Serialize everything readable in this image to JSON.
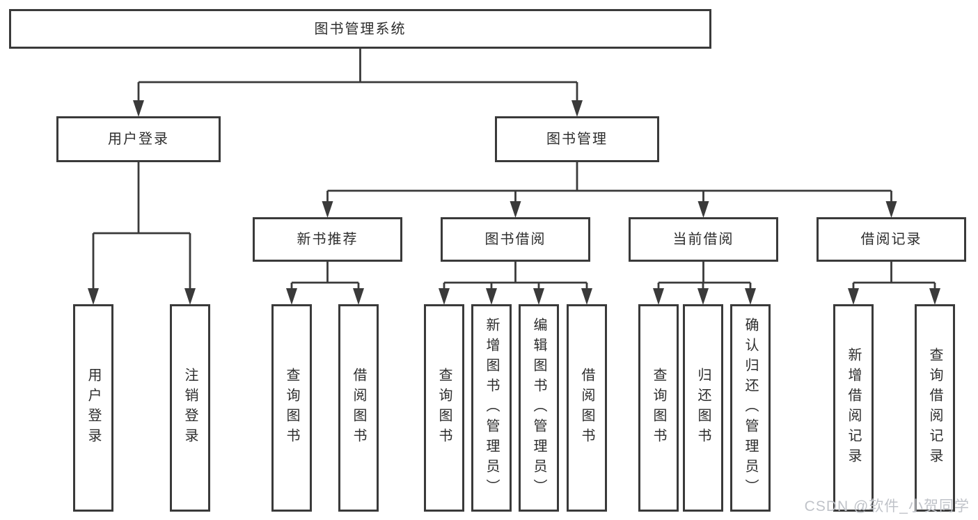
{
  "diagram": {
    "type": "hierarchy-tree",
    "nodes": [
      {
        "id": "root",
        "label": "图书管理系统",
        "orientation": "horizontal"
      },
      {
        "id": "user-login",
        "label": "用户登录",
        "orientation": "horizontal"
      },
      {
        "id": "book-mgmt",
        "label": "图书管理",
        "orientation": "horizontal"
      },
      {
        "id": "new-books",
        "label": "新书推荐",
        "orientation": "horizontal"
      },
      {
        "id": "book-borrow",
        "label": "图书借阅",
        "orientation": "horizontal"
      },
      {
        "id": "current-borrow",
        "label": "当前借阅",
        "orientation": "horizontal"
      },
      {
        "id": "borrow-records",
        "label": "借阅记录",
        "orientation": "horizontal"
      },
      {
        "id": "login",
        "label": "用户登录",
        "orientation": "vertical"
      },
      {
        "id": "logout",
        "label": "注销登录",
        "orientation": "vertical"
      },
      {
        "id": "nb-query",
        "label": "查询图书",
        "orientation": "vertical"
      },
      {
        "id": "nb-borrow",
        "label": "借阅图书",
        "orientation": "vertical"
      },
      {
        "id": "bb-query",
        "label": "查询图书",
        "orientation": "vertical"
      },
      {
        "id": "bb-add",
        "label": "新增图书（管理员）",
        "orientation": "vertical"
      },
      {
        "id": "bb-edit",
        "label": "编辑图书（管理员）",
        "orientation": "vertical"
      },
      {
        "id": "bb-borrow",
        "label": "借阅图书",
        "orientation": "vertical"
      },
      {
        "id": "cb-query",
        "label": "查询图书",
        "orientation": "vertical"
      },
      {
        "id": "cb-return",
        "label": "归还图书",
        "orientation": "vertical"
      },
      {
        "id": "cb-confirm",
        "label": "确认归还（管理员）",
        "orientation": "vertical"
      },
      {
        "id": "br-add",
        "label": "新增借阅记录",
        "orientation": "vertical"
      },
      {
        "id": "br-query",
        "label": "查询借阅记录",
        "orientation": "vertical"
      }
    ],
    "hierarchy": [
      {
        "parent": "root",
        "children": [
          "user-login",
          "book-mgmt"
        ]
      },
      {
        "parent": "user-login",
        "children": [
          "login",
          "logout"
        ]
      },
      {
        "parent": "book-mgmt",
        "children": [
          "new-books",
          "book-borrow",
          "current-borrow",
          "borrow-records"
        ]
      },
      {
        "parent": "new-books",
        "children": [
          "nb-query",
          "nb-borrow"
        ]
      },
      {
        "parent": "book-borrow",
        "children": [
          "bb-query",
          "bb-add",
          "bb-edit",
          "bb-borrow"
        ]
      },
      {
        "parent": "current-borrow",
        "children": [
          "cb-query",
          "cb-return",
          "cb-confirm"
        ]
      },
      {
        "parent": "borrow-records",
        "children": [
          "br-add",
          "br-query"
        ]
      }
    ],
    "colors": {
      "line": "#3a3a3a",
      "text": "#2d2d2d",
      "background": "#ffffff",
      "watermark": "#c0c3c9"
    },
    "watermark": "CSDN @软件_小贺同学"
  }
}
